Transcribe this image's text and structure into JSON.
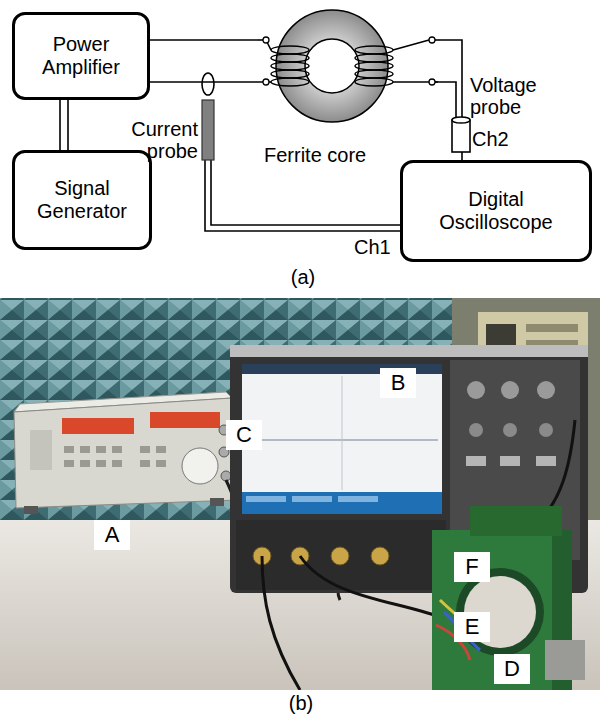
{
  "diagram": {
    "nodes": [
      {
        "text": [
          "Power Amplifier"
        ]
      },
      {
        "text": [
          "Ferrite core"
        ]
      },
      {
        "text": [
          "Signal Generator"
        ]
      },
      {
        "text": [
          "Digital Oscilloscope"
        ]
      }
    ],
    "edges": [
      {
        "from": 0,
        "to": 1,
        "arrow": "none"
      },
      {
        "from": 1,
        "to": 3,
        "arrow": "none"
      },
      {
        "from": 0,
        "to": 2,
        "arrow": "none"
      }
    ],
    "labels": [
      "Voltage probe",
      "Ch2",
      "Current probe",
      "Ch1",
      "(a)",
      "B",
      "C",
      "A",
      "F",
      "E",
      "D",
      "(b)"
    ]
  }
}
